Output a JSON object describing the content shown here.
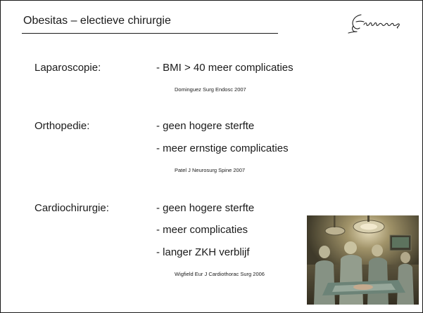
{
  "slide": {
    "title": "Obesitas – electieve chirurgie",
    "logo_text": "Erasmus",
    "sections": [
      {
        "label": "Laparoscopie:",
        "bullets": [
          "- BMI > 40 meer complicaties"
        ],
        "reference": "Dominguez Surg Endosc 2007"
      },
      {
        "label": "Orthopedie:",
        "bullets": [
          "- geen hogere sterfte",
          "- meer ernstige complicaties"
        ],
        "reference": "Patel J Neurosurg Spine 2007"
      },
      {
        "label": "Cardiochirurgie:",
        "bullets": [
          "- geen hogere sterfte",
          "- meer complicaties",
          "- langer ZKH verblijf"
        ],
        "reference": "Wigfield Eur J Cardiothorac Surg 2006"
      }
    ],
    "photo_icon": "surgery-photo"
  }
}
